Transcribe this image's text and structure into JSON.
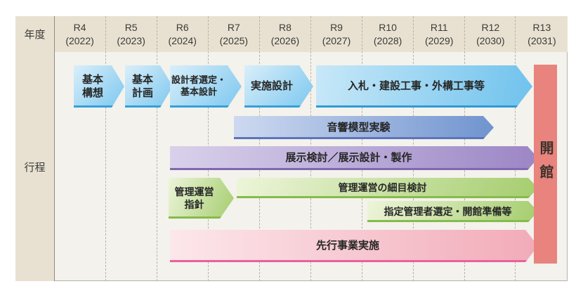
{
  "axis": {
    "year_label": "年度",
    "process_label": "行程"
  },
  "years": [
    "R4\n(2022)",
    "R5\n(2023)",
    "R6\n(2024)",
    "R7\n(2025)",
    "R8\n(2026)",
    "R9\n(2027)",
    "R10\n(2028)",
    "R11\n(2029)",
    "R12\n(2030)",
    "R13\n(2031)"
  ],
  "phases": [
    {
      "name": "basic-concept",
      "label": "基本\n構想",
      "start": "R4",
      "end": "R4",
      "color_group": "blue"
    },
    {
      "name": "basic-plan",
      "label": "基本\n計画",
      "start": "R5",
      "end": "R5",
      "color_group": "blue"
    },
    {
      "name": "designer-selection",
      "label": "設計者選定・\n基本設計",
      "start": "R6",
      "end": "R6",
      "color_group": "blue"
    },
    {
      "name": "implementation-design",
      "label": "実施設計",
      "start": "R7",
      "end": "R8",
      "color_group": "blue"
    },
    {
      "name": "bidding-construction",
      "label": "入札・建設工事・外構工事等",
      "start": "R9",
      "end": "R12",
      "color_group": "blue"
    },
    {
      "name": "acoustic-model-test",
      "label": "音響模型実験",
      "start": "R7",
      "end": "R12",
      "color_group": "blue-purple"
    },
    {
      "name": "exhibition-design",
      "label": "展示検討／展示設計・製作",
      "start": "R6",
      "end": "R13",
      "color_group": "purple"
    },
    {
      "name": "management-guidelines",
      "label": "管理運営\n指針",
      "start": "R6",
      "end": "R7",
      "color_group": "green"
    },
    {
      "name": "management-detail-study",
      "label": "管理運営の細目検討",
      "start": "R7",
      "end": "R13",
      "color_group": "green"
    },
    {
      "name": "designated-manager-selection",
      "label": "指定管理者選定・開館準備等",
      "start": "R10",
      "end": "R13",
      "color_group": "green"
    },
    {
      "name": "advance-projects",
      "label": "先行事業実施",
      "start": "R6",
      "end": "R13",
      "color_group": "pink"
    }
  ],
  "opening": {
    "label": "開館",
    "color": "#e8837d"
  },
  "colors": {
    "header_beige": "#e8e1d2",
    "body_background": "#f4f2ec",
    "blue_arrow": "#7cc7ef",
    "blue_purple_arrow": "#7094cf",
    "purple_arrow": "#9c86c5",
    "green_arrow": "#a5cd6e",
    "pink_arrow": "#f2abb8",
    "opening_red": "#e8837d"
  }
}
